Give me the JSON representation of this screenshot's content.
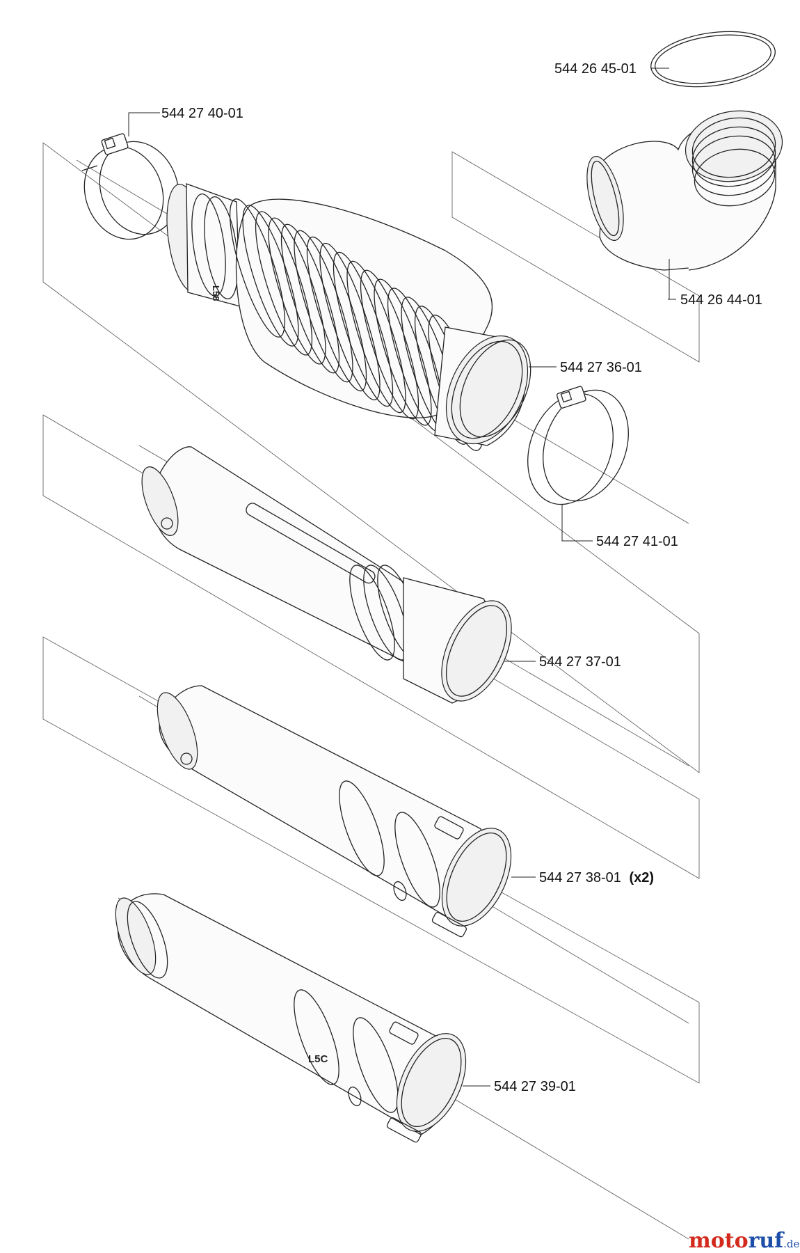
{
  "diagram": {
    "parts": [
      {
        "id": "ring",
        "label": "544 26 45-01"
      },
      {
        "id": "clamp-top",
        "label": "544 27 40-01"
      },
      {
        "id": "elbow",
        "label": "544 26 44-01"
      },
      {
        "id": "bellows-ring",
        "label": "544 27 36-01"
      },
      {
        "id": "clamp-right",
        "label": "544 27 41-01"
      },
      {
        "id": "tube-upper",
        "label": "544 27 37-01"
      },
      {
        "id": "tube-middle",
        "label": "544 27 38-01",
        "qty": "(x2)"
      },
      {
        "id": "tube-lower",
        "label": "544 27 39-01"
      }
    ],
    "markings": {
      "bellows_mark": "L58",
      "tube_mark": "L5C"
    }
  },
  "watermark": {
    "brand_main": "moto",
    "brand_accent": "ruf",
    "tld": ".de",
    "colors": {
      "red": "#d22a1c",
      "blue": "#1d4fa8"
    }
  }
}
